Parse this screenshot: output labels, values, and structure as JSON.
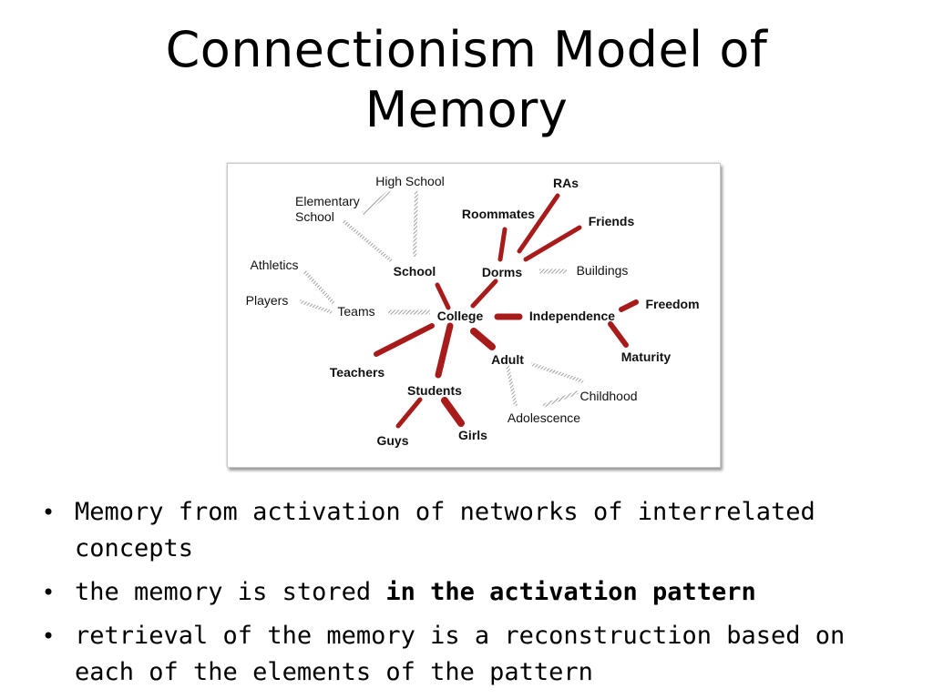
{
  "title": {
    "line1": "Connectionism Model of",
    "line2": "Memory"
  },
  "diagram": {
    "nodes": [
      {
        "id": "high_school",
        "label": "High School"
      },
      {
        "id": "elementary",
        "label": "Elementary School",
        "lines": [
          "Elementary",
          "School"
        ]
      },
      {
        "id": "ras",
        "label": "RAs"
      },
      {
        "id": "roommates",
        "label": "Roommates"
      },
      {
        "id": "friends",
        "label": "Friends"
      },
      {
        "id": "athletics",
        "label": "Athletics"
      },
      {
        "id": "school",
        "label": "School"
      },
      {
        "id": "dorms",
        "label": "Dorms"
      },
      {
        "id": "buildings",
        "label": "Buildings"
      },
      {
        "id": "players",
        "label": "Players"
      },
      {
        "id": "teams",
        "label": "Teams"
      },
      {
        "id": "college",
        "label": "College"
      },
      {
        "id": "independence",
        "label": "Independence"
      },
      {
        "id": "freedom",
        "label": "Freedom"
      },
      {
        "id": "maturity",
        "label": "Maturity"
      },
      {
        "id": "adult",
        "label": "Adult"
      },
      {
        "id": "teachers",
        "label": "Teachers"
      },
      {
        "id": "students",
        "label": "Students"
      },
      {
        "id": "childhood",
        "label": "Childhood"
      },
      {
        "id": "adolescence",
        "label": "Adolescence"
      },
      {
        "id": "guys",
        "label": "Guys"
      },
      {
        "id": "girls",
        "label": "Girls"
      }
    ],
    "edges": [
      {
        "from": "college",
        "to": "school",
        "strength": "strong"
      },
      {
        "from": "college",
        "to": "dorms",
        "strength": "strong"
      },
      {
        "from": "college",
        "to": "independence",
        "strength": "strong"
      },
      {
        "from": "college",
        "to": "teachers",
        "strength": "strong"
      },
      {
        "from": "college",
        "to": "students",
        "strength": "strong"
      },
      {
        "from": "college",
        "to": "adult",
        "strength": "strong"
      },
      {
        "from": "college",
        "to": "teams",
        "strength": "weak"
      },
      {
        "from": "dorms",
        "to": "roommates",
        "strength": "strong"
      },
      {
        "from": "dorms",
        "to": "ras",
        "strength": "strong"
      },
      {
        "from": "dorms",
        "to": "friends",
        "strength": "strong"
      },
      {
        "from": "dorms",
        "to": "buildings",
        "strength": "weak"
      },
      {
        "from": "independence",
        "to": "freedom",
        "strength": "strong"
      },
      {
        "from": "independence",
        "to": "maturity",
        "strength": "strong"
      },
      {
        "from": "students",
        "to": "guys",
        "strength": "strong"
      },
      {
        "from": "students",
        "to": "girls",
        "strength": "strong"
      },
      {
        "from": "school",
        "to": "high_school",
        "strength": "weak"
      },
      {
        "from": "school",
        "to": "elementary",
        "strength": "weak"
      },
      {
        "from": "elementary",
        "to": "high_school",
        "strength": "weak"
      },
      {
        "from": "teams",
        "to": "athletics",
        "strength": "weak"
      },
      {
        "from": "teams",
        "to": "players",
        "strength": "weak"
      },
      {
        "from": "adult",
        "to": "adolescence",
        "strength": "weak"
      },
      {
        "from": "adult",
        "to": "childhood",
        "strength": "weak"
      },
      {
        "from": "adolescence",
        "to": "childhood",
        "strength": "weak"
      }
    ],
    "colors": {
      "strong": "#a81b1b",
      "weak": "#8c8c8c"
    }
  },
  "bullets": [
    {
      "text": "Memory from activation of networks of interrelated concepts"
    },
    {
      "text": "the memory is stored ",
      "bold": "in the activation pattern"
    },
    {
      "text": "retrieval of the memory is a reconstruction based on each of the elements of the pattern"
    }
  ]
}
